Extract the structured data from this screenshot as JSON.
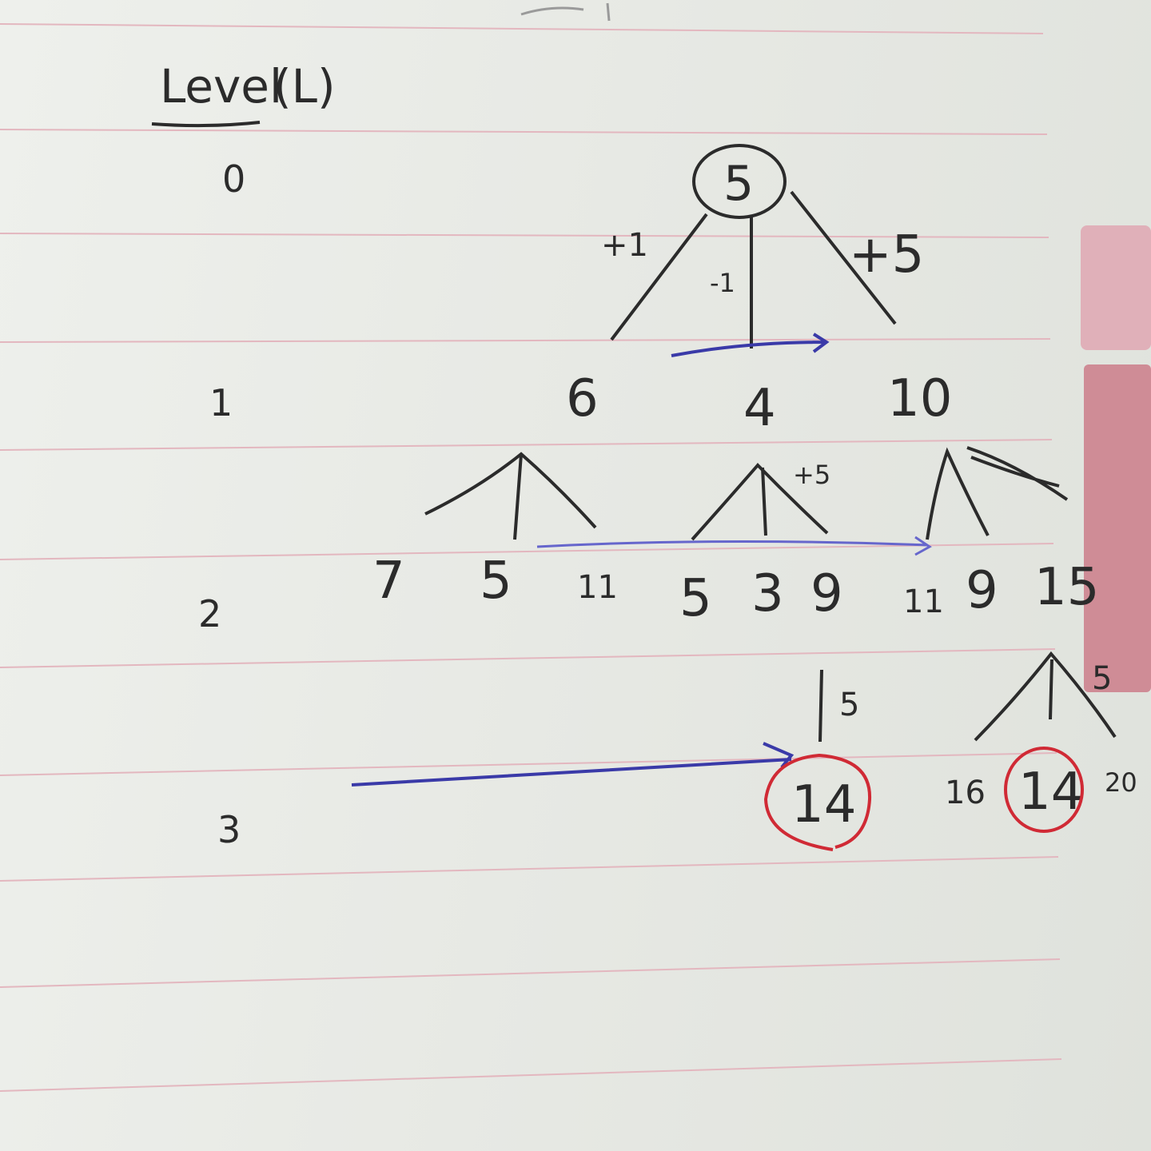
{
  "header": {
    "title": "Level",
    "title_suffix": "(L)"
  },
  "levels": [
    "0",
    "1",
    "2",
    "3"
  ],
  "root": {
    "value": "5"
  },
  "edge_labels": {
    "root_left": "+1",
    "root_middle": "-1",
    "root_right": "+5",
    "node4_right": "+5",
    "node9_down": "5",
    "node15_right": "5"
  },
  "level1_nodes": [
    "6",
    "4",
    "10"
  ],
  "level2_nodes": [
    "7",
    "5",
    "11",
    "5",
    "3",
    "9",
    "11",
    "9",
    "15"
  ],
  "level3_nodes": {
    "under_9": "14",
    "under_15": [
      "16",
      "14",
      "20"
    ]
  },
  "colors": {
    "ink": "#2b2b2b",
    "pen_blue": "#3a3aa8",
    "pen_red": "#d02a35",
    "rule_line": "#e3b7bf",
    "tab_light": "#e0b0b9",
    "tab_dark": "#cf8c96"
  }
}
